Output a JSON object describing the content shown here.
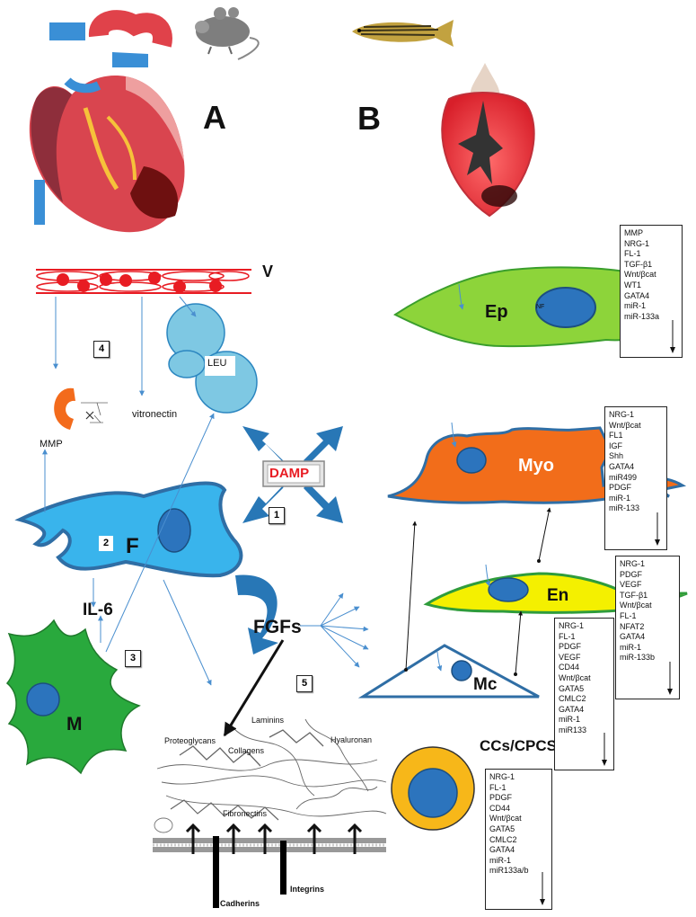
{
  "panels": {
    "a": "A",
    "b": "B"
  },
  "labels": {
    "vessel": "V",
    "leukocyte": "LEU",
    "mmp_enzyme": "MMP",
    "vitronectin": "vitronectin",
    "damp": "DAMP",
    "fibroblast": "F",
    "il6": "IL-6",
    "macrophage": "M",
    "fgfs": "FGFs",
    "epicardium": "Ep",
    "ep_nucleus": "NF",
    "myocyte": "Myo",
    "endothelium": "En",
    "mesenchymal": "Mc",
    "ccs": "CCs/CPCS"
  },
  "steps": {
    "s1": "1",
    "s2": "2",
    "s3": "3",
    "s4": "4",
    "s5": "5"
  },
  "ecm": {
    "laminins": "Laminins",
    "proteoglycans": "Proteoglycans",
    "collagens": "Collagens",
    "hyaluronan": "Hyaluronan",
    "fibronectins": "Fibronectins",
    "cadherins": "Cadherins",
    "integrins": "Integrins"
  },
  "lists": {
    "ep": [
      "MMP",
      "NRG-1",
      "FL-1",
      "TGF-β1",
      "Wnt/βcat",
      "WT1",
      "GATA4",
      "miR-1",
      "miR-133a"
    ],
    "myo": [
      "NRG-1",
      "Wnt/βcat",
      "FL1",
      "IGF",
      "Shh",
      "GATA4",
      "miR499",
      "PDGF",
      "miR-1",
      "miR-133"
    ],
    "en": [
      "NRG-1",
      "PDGF",
      "VEGF",
      "TGF-β1",
      "Wnt/βcat",
      "FL-1",
      "NFAT2",
      "GATA4",
      "miR-1",
      "miR-133b"
    ],
    "mc": [
      "NRG-1",
      "FL-1",
      "PDGF",
      "VEGF",
      "CD44",
      "Wnt/βcat",
      "GATA5",
      "CMLC2",
      "GATA4",
      "miR-1",
      "miR133"
    ],
    "ccs": [
      "NRG-1",
      "FL-1",
      "PDGF",
      "CD44",
      "Wnt/βcat",
      "GATA5",
      "CMLC2",
      "GATA4",
      "miR-1",
      "miR133a/b"
    ]
  },
  "colors": {
    "epicardium": "#8dd43a",
    "myocyte": "#f26d1a",
    "endothelium": "#f4f000",
    "fibroblast": "#39b4ec",
    "macrophage": "#29a93d",
    "leukocyte": "#7ec8e3",
    "nucleus": "#2c74bd",
    "vessel": "#e81c23",
    "damp": "#2877b6",
    "ccs_ring": "#f7b719",
    "arrow_blue": "#4a8fcf"
  }
}
